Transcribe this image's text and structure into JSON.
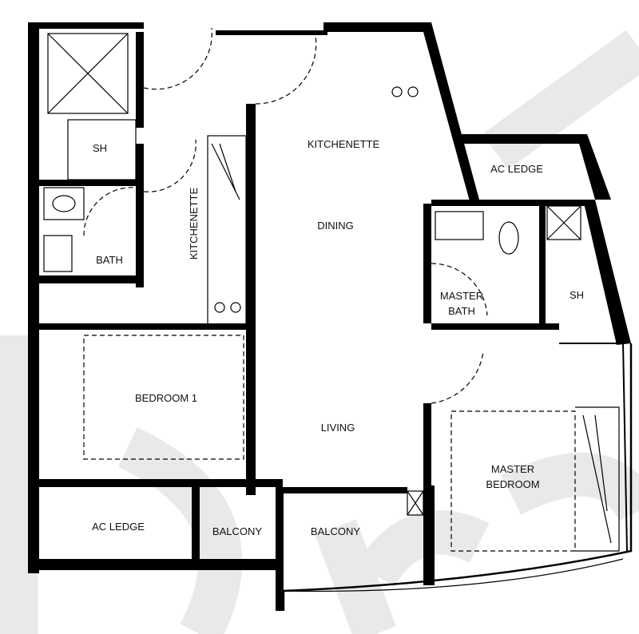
{
  "plan": {
    "rooms": {
      "sh_left": "SH",
      "bath": "BATH",
      "kitchenette_vertical": "KITCHENETTE",
      "kitchenette": "KITCHENETTE",
      "dining": "DINING",
      "ac_ledge_top": "AC LEDGE",
      "master_bath_line1": "MASTER",
      "master_bath_line2": "BATH",
      "sh_right": "SH",
      "bedroom1": "BEDROOM 1",
      "living": "LIVING",
      "master_bedroom_line1": "MASTER",
      "master_bedroom_line2": "BEDROOM",
      "ac_ledge_bottom": "AC LEDGE",
      "balcony_small": "BALCONY",
      "balcony_large": "BALCONY"
    },
    "colors": {
      "wall": "#000000",
      "watermark": "#e9e9e9"
    }
  }
}
